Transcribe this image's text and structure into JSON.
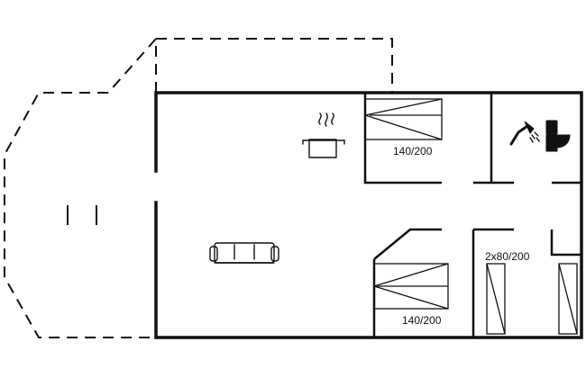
{
  "rooms": {
    "bedroom_top": {
      "bed_label": "140/200"
    },
    "bedroom_bottom": {
      "bed_label": "140/200"
    },
    "bedroom_right": {
      "bed_label": "2x80/200"
    }
  },
  "icons": {
    "kitchen": "cooking-pot-icon",
    "living": "sofa-icon",
    "bathroom_shower": "shower-icon",
    "bathroom_toilet": "toilet-icon"
  }
}
